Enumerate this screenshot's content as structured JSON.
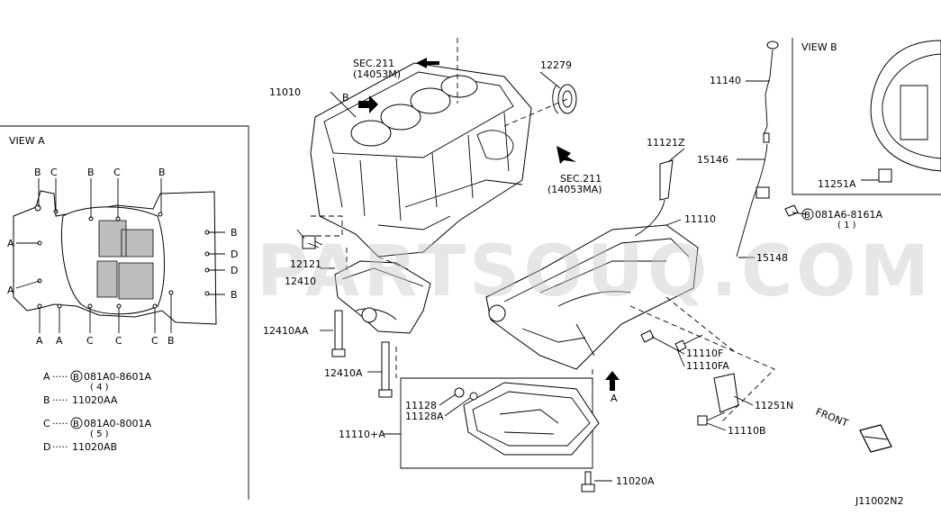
{
  "view_a": {
    "title": "VIEW A",
    "callouts_top": [
      "B",
      "C",
      "B",
      "C",
      "B"
    ],
    "callouts_left": [
      "A",
      "A"
    ],
    "callouts_right": [
      "B",
      "D",
      "D",
      "B"
    ],
    "callouts_bottom": [
      "A",
      "A",
      "C",
      "C",
      "C",
      "B"
    ]
  },
  "legend": [
    {
      "key": "A",
      "dots": "·····",
      "symbol": "B",
      "part": "081A0-8601A",
      "qty": "( 4 )"
    },
    {
      "key": "B",
      "dots": "·····",
      "part": "11020AA"
    },
    {
      "key": "C",
      "dots": "·····",
      "symbol": "B",
      "part": "081A0-8001A",
      "qty": "( 5 )"
    },
    {
      "key": "D",
      "dots": "·····",
      "part": "11020AB"
    }
  ],
  "view_b": {
    "title": "VIEW B"
  },
  "labels": {
    "sec211_top_line1": "SEC.211",
    "sec211_top_line2": "(14053M)",
    "p11010": "11010",
    "view_b_marker": "B",
    "p12279": "12279",
    "sec211_right_line1": "SEC.211",
    "sec211_right_line2": "(14053MA)",
    "p11121Z": "11121Z",
    "p11140": "11140",
    "p15146": "15146",
    "p11251A": "11251A",
    "bolt_symbol": "B",
    "p081A6": "081A6-8161A",
    "p081A6_qty": "( 1 )",
    "p11110": "11110",
    "p15148": "15148",
    "p12121": "12121",
    "p12410": "12410",
    "p12410AA": "12410AA",
    "p12410A": "12410A",
    "p11128": "11128",
    "p11128A": "11128A",
    "p11110A": "11110+A",
    "view_a_marker": "A",
    "p11110F": "11110F",
    "p11110FA": "11110FA",
    "p11251N": "11251N",
    "p11110B": "11110B",
    "p11020A": "11020A",
    "front": "FRONT",
    "diagram_code": "J11002N2"
  },
  "watermark": "PARTSOUQ.COM"
}
